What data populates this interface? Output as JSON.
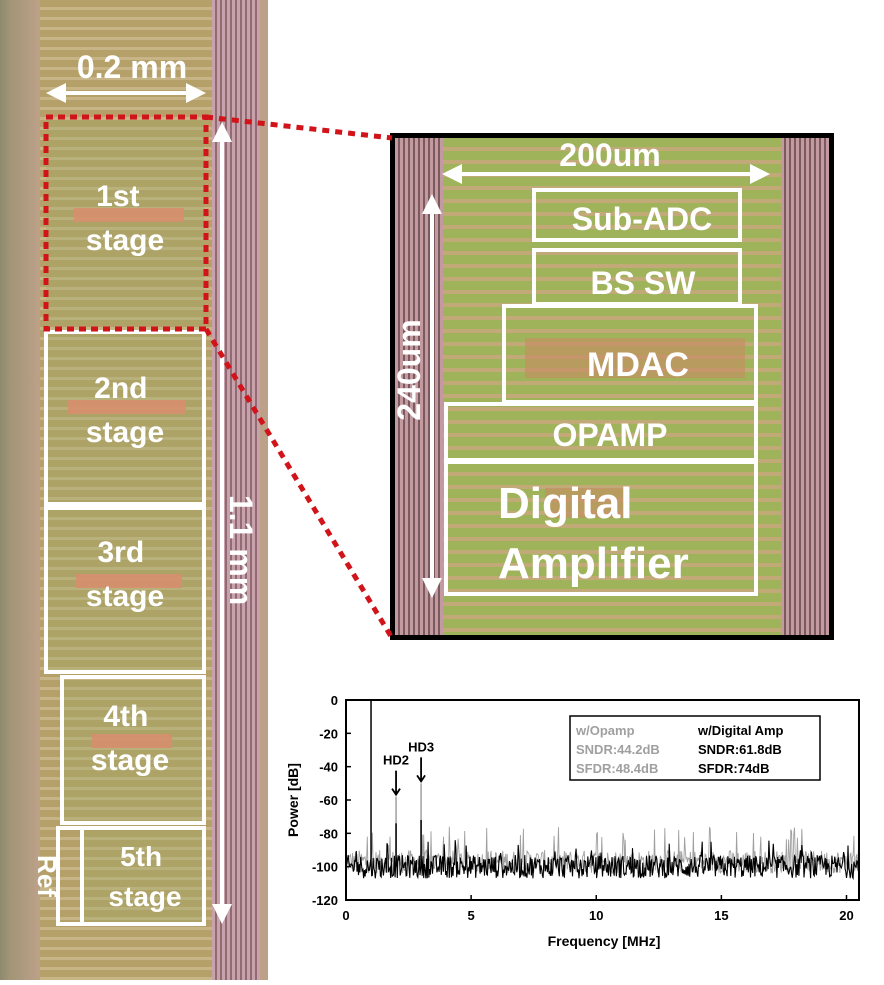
{
  "chip": {
    "width_label": "0.2 mm",
    "height_label": "1.1 mm",
    "ref_label": "Ref",
    "stages": [
      {
        "line1": "1st",
        "line2": "stage"
      },
      {
        "line1": "2nd",
        "line2": "stage"
      },
      {
        "line1": "3rd",
        "line2": "stage"
      },
      {
        "line1": "4th",
        "line2": "stage"
      },
      {
        "line1": "5th",
        "line2": "stage"
      }
    ]
  },
  "zoom": {
    "width_label": "200um",
    "height_label": "240um",
    "blocks": [
      "Sub-ADC",
      "BS SW",
      "MDAC",
      "OPAMP"
    ],
    "digital_line1": "Digital",
    "digital_line2": "Amplifier"
  },
  "chart_data": {
    "type": "line",
    "xlabel": "Frequency [MHz]",
    "ylabel": "Power [dB]",
    "xlim": [
      0,
      20.5
    ],
    "ylim": [
      -120,
      0
    ],
    "xticks": [
      0,
      5,
      10,
      15,
      20
    ],
    "yticks": [
      0,
      -20,
      -40,
      -60,
      -80,
      -100,
      -120
    ],
    "series": [
      {
        "name": "w/Opamp",
        "color": "#a0a0a0",
        "noise_floor_db": -97,
        "spur_peak_db": -80,
        "harmonics": [
          {
            "x": 2.0,
            "y": -58
          },
          {
            "x": 3.0,
            "y": -50
          }
        ]
      },
      {
        "name": "w/Digital Amp",
        "color": "#000000",
        "noise_floor_db": -100,
        "spur_peak_db": -88,
        "harmonics": [
          {
            "x": 2.0,
            "y": -74
          },
          {
            "x": 3.0,
            "y": -72
          }
        ]
      }
    ],
    "fundamental": {
      "x": 1.0,
      "y": 0
    },
    "annotations": [
      {
        "text": "HD2",
        "x": 2.0,
        "y": -58
      },
      {
        "text": "HD3",
        "x": 3.0,
        "y": -50
      }
    ],
    "legend": {
      "col1_title": "w/Opamp",
      "col1_sndr": "SNDR:44.2dB",
      "col1_sfdr": "SFDR:48.4dB",
      "col2_title": "w/Digital Amp",
      "col2_sndr": "SNDR:61.8dB",
      "col2_sfdr": "SFDR:74dB"
    },
    "legend_position": "top-right"
  }
}
